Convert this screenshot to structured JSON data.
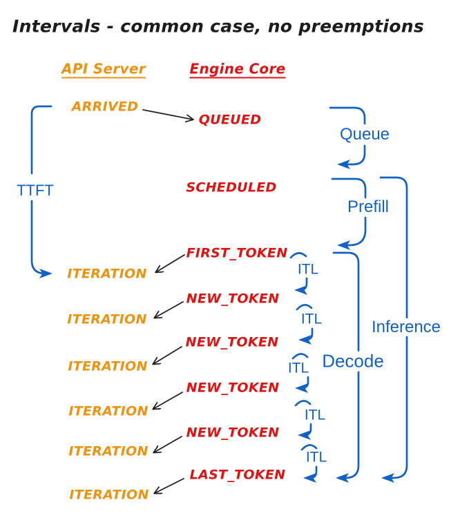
{
  "title": "Intervals - common case, no preemptions",
  "columns": {
    "api_server": "API Server",
    "engine_core": "Engine Core"
  },
  "events": {
    "arrived": "ARRIVED",
    "queued": "QUEUED",
    "scheduled": "SCHEDULED",
    "first_token": "FIRST_TOKEN",
    "new_token": "NEW_TOKEN",
    "last_token": "LAST_TOKEN",
    "iteration": "ITERATION"
  },
  "intervals": {
    "ttft": "TTFT",
    "queue": "Queue",
    "prefill": "Prefill",
    "itl": "ITL",
    "decode": "Decode",
    "inference": "Inference"
  },
  "colors": {
    "api_server_accent": "#ee9310",
    "engine_core_accent": "#e01212",
    "interval_accent": "#1262c6",
    "text": "#1c1c1c"
  }
}
